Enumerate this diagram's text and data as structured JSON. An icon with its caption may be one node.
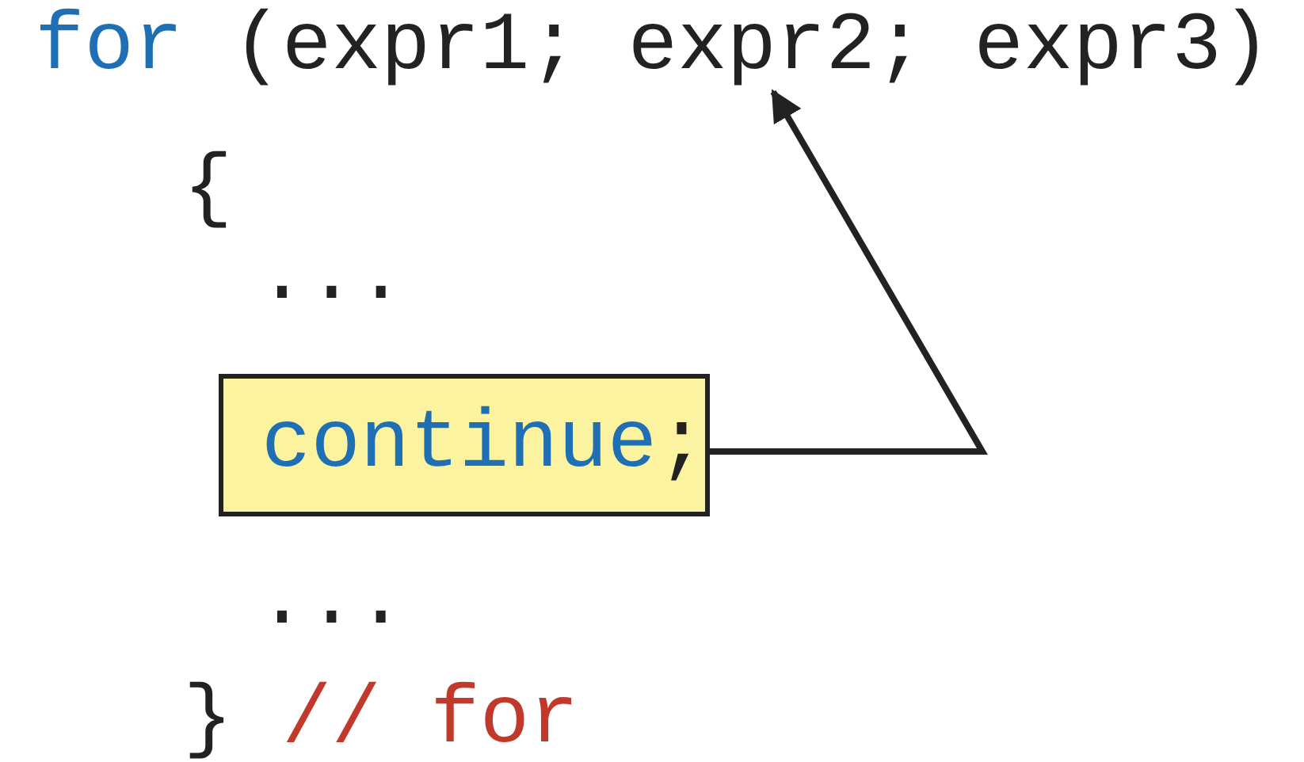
{
  "diagram": {
    "nodes": [
      {
        "text": [
          "continue",
          ";"
        ]
      },
      {
        "text": [
          "expr2;"
        ]
      }
    ],
    "edges": [
      {
        "from": 0,
        "to": 1,
        "arrow": "to"
      }
    ],
    "labels": [
      "for",
      "(expr1;",
      "expr3)",
      "{",
      "...",
      "...",
      "}",
      "// for"
    ]
  }
}
